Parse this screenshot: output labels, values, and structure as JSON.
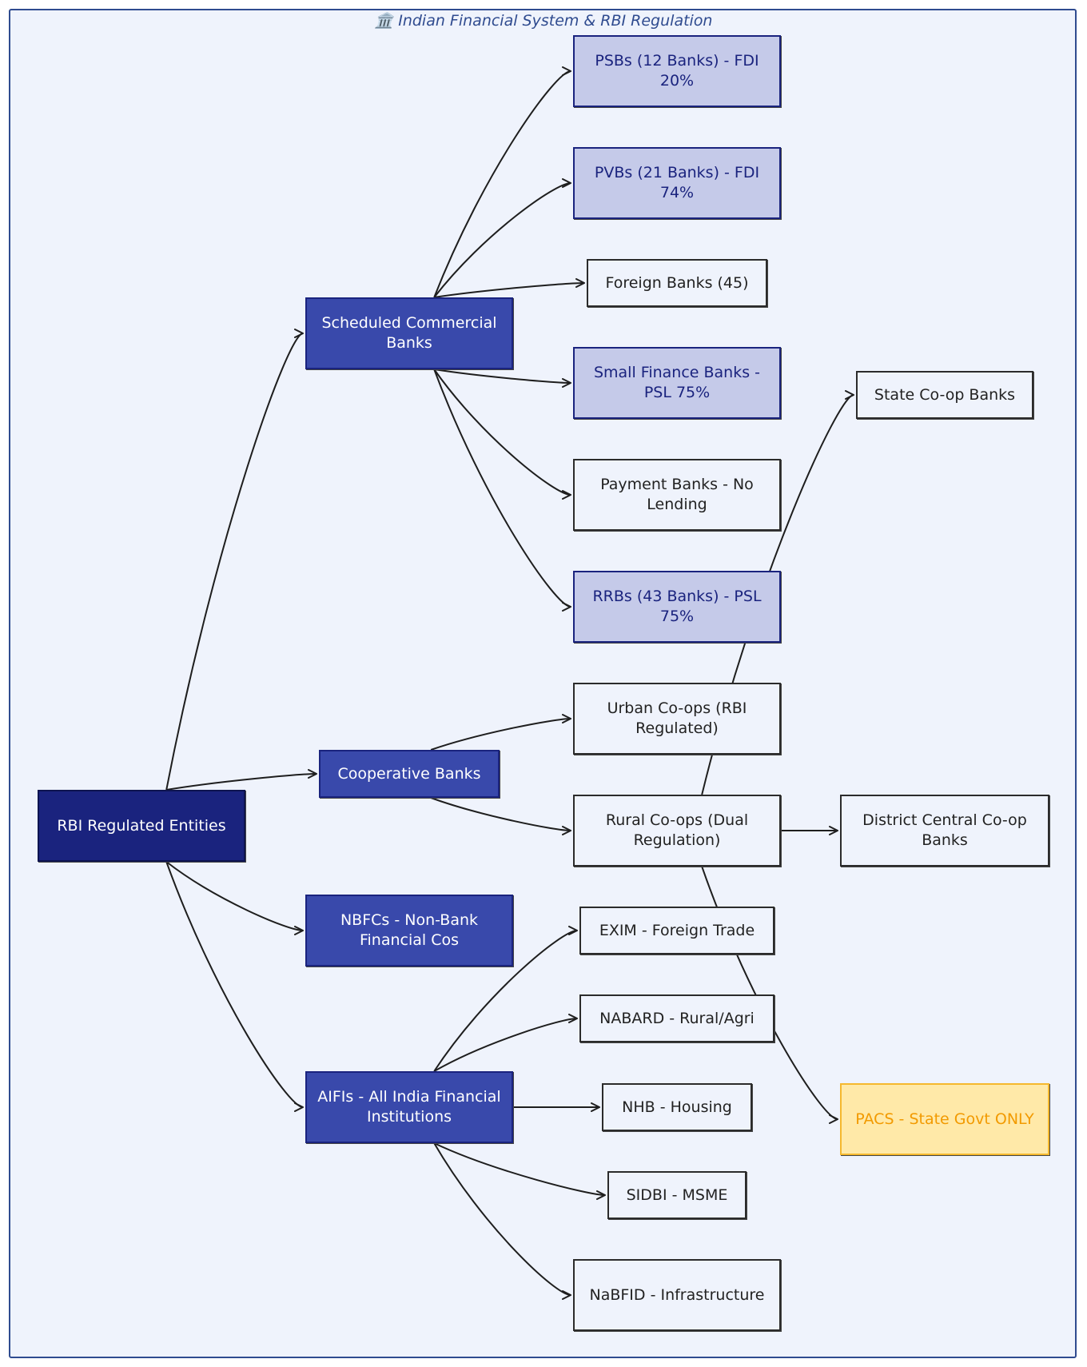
{
  "title": {
    "icon": "bank-building-icon",
    "text": "🏛️ Indian Financial System & RBI Regulation"
  },
  "colors": {
    "frame_border": "#2f4b8f",
    "root_fill": "#1a237e",
    "category_fill": "#3949ab",
    "highlight_fill": "#c5cae9",
    "warning_fill": "#ffe9a8",
    "warning_text": "#f29a00"
  },
  "nodes": {
    "rbi": "RBI Regulated Entities",
    "scb": "Scheduled Commercial Banks",
    "coop": "Cooperative Banks",
    "nbfc": "NBFCs - Non-Bank Financial Cos",
    "aifi": "AIFIs - All India Financial Institutions",
    "psb": "PSBs (12 Banks) - FDI 20%",
    "pvb": "PVBs (21 Banks) - FDI 74%",
    "foreign": "Foreign Banks (45)",
    "sfb": "Small Finance Banks - PSL 75%",
    "payment": "Payment Banks - No Lending",
    "rrb": "RRBs (43 Banks) - PSL 75%",
    "urban": "Urban Co-ops (RBI Regulated)",
    "rural": "Rural Co-ops (Dual Regulation)",
    "state": "State Co-op Banks",
    "dccb": "District Central Co-op Banks",
    "pacs": "PACS - State Govt ONLY",
    "exim": "EXIM - Foreign Trade",
    "nabard": "NABARD - Rural/Agri",
    "nhb": "NHB - Housing",
    "sidbi": "SIDBI - MSME",
    "nabfid": "NaBFID - Infrastructure"
  },
  "edges": [
    [
      "rbi",
      "scb"
    ],
    [
      "rbi",
      "coop"
    ],
    [
      "rbi",
      "nbfc"
    ],
    [
      "rbi",
      "aifi"
    ],
    [
      "scb",
      "psb"
    ],
    [
      "scb",
      "pvb"
    ],
    [
      "scb",
      "foreign"
    ],
    [
      "scb",
      "sfb"
    ],
    [
      "scb",
      "payment"
    ],
    [
      "scb",
      "rrb"
    ],
    [
      "coop",
      "urban"
    ],
    [
      "coop",
      "rural"
    ],
    [
      "rural",
      "state"
    ],
    [
      "rural",
      "dccb"
    ],
    [
      "rural",
      "pacs"
    ],
    [
      "aifi",
      "exim"
    ],
    [
      "aifi",
      "nabard"
    ],
    [
      "aifi",
      "nhb"
    ],
    [
      "aifi",
      "sidbi"
    ],
    [
      "aifi",
      "nabfid"
    ]
  ]
}
